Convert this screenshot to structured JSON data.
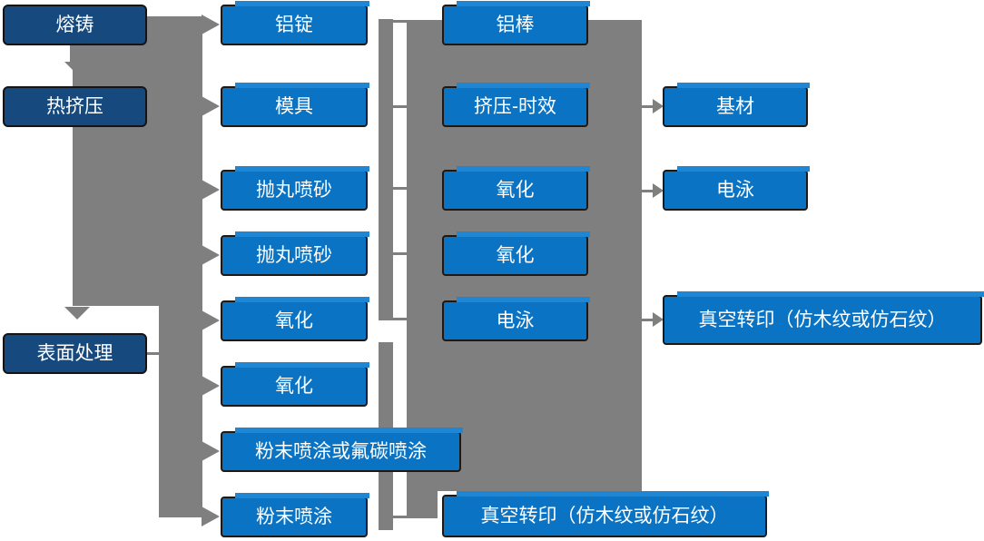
{
  "colors": {
    "dark_box": "#16497E",
    "light_box": "#0A73C3",
    "accent_strip": "#1F86D4",
    "connector": "#7F7F7F",
    "box_border": "#1A1A1A",
    "text": "#FFFFFF"
  },
  "nodes": [
    {
      "label": "熔铸",
      "style": "dark"
    },
    {
      "label": "热挤压",
      "style": "dark"
    },
    {
      "label": "表面处理",
      "style": "dark"
    },
    {
      "label": "铝锭",
      "style": "light"
    },
    {
      "label": "模具",
      "style": "light"
    },
    {
      "label": "抛丸喷砂",
      "style": "light"
    },
    {
      "label": "抛丸喷砂",
      "style": "light"
    },
    {
      "label": "氧化",
      "style": "light"
    },
    {
      "label": "氧化",
      "style": "light"
    },
    {
      "label": "粉末喷涂或氟碳喷涂",
      "style": "light"
    },
    {
      "label": "粉末喷涂",
      "style": "light"
    },
    {
      "label": "铝棒",
      "style": "light"
    },
    {
      "label": "挤压-时效",
      "style": "light"
    },
    {
      "label": "氧化",
      "style": "light"
    },
    {
      "label": "氧化",
      "style": "light"
    },
    {
      "label": "电泳",
      "style": "light"
    },
    {
      "label": "真空转印（仿木纹或仿石纹）",
      "style": "light"
    },
    {
      "label": "基材",
      "style": "light"
    },
    {
      "label": "电泳",
      "style": "light"
    },
    {
      "label": "真空转印（仿木纹或仿石纹）",
      "style": "light"
    }
  ],
  "columns": {
    "stage_column": [
      "熔铸",
      "热挤压",
      "表面处理"
    ],
    "process_column_2": [
      "铝锭",
      "模具",
      "抛丸喷砂",
      "抛丸喷砂",
      "氧化",
      "氧化",
      "粉末喷涂或氟碳喷涂",
      "粉末喷涂"
    ],
    "process_column_3": [
      "铝棒",
      "挤压-时效",
      "氧化",
      "氧化",
      "电泳",
      "真空转印（仿木纹或仿石纹）"
    ],
    "output_column": [
      "基材",
      "电泳",
      "真空转印（仿木纹或仿石纹）"
    ]
  },
  "links": {
    "vertical_flow": [
      "熔铸",
      "热挤压",
      "表面处理"
    ],
    "left_block_targets": [
      "铝锭",
      "模具",
      "抛丸喷砂",
      "抛丸喷砂"
    ],
    "surface_treatment_targets": [
      "氧化",
      "氧化",
      "粉末喷涂或氟碳喷涂",
      "粉末喷涂"
    ],
    "row_links": [
      [
        "铝锭",
        "铝棒"
      ],
      [
        "模具",
        "挤压-时效"
      ],
      [
        "抛丸喷砂",
        "氧化"
      ],
      [
        "抛丸喷砂",
        "氧化"
      ],
      [
        "氧化",
        "电泳"
      ],
      [
        "粉末喷涂",
        "真空转印（仿木纹或仿石纹）"
      ]
    ],
    "right_block_targets": [
      "基材",
      "电泳",
      "真空转印（仿木纹或仿石纹）"
    ]
  }
}
